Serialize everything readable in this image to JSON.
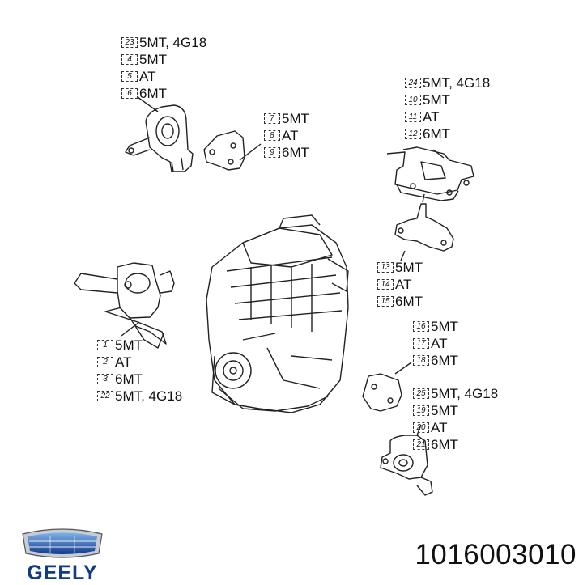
{
  "callouts": [
    {
      "id": "c1",
      "items": [
        {
          "num": "23",
          "text": "5MT, 4G18"
        },
        {
          "num": "4",
          "text": "5MT"
        },
        {
          "num": "5",
          "text": "AT"
        },
        {
          "num": "6",
          "text": "6MT"
        }
      ]
    },
    {
      "id": "c2",
      "items": [
        {
          "num": "7",
          "text": "5MT"
        },
        {
          "num": "8",
          "text": "AT"
        },
        {
          "num": "9",
          "text": "6MT"
        }
      ]
    },
    {
      "id": "c3",
      "items": [
        {
          "num": "24",
          "text": "5MT, 4G18"
        },
        {
          "num": "10",
          "text": "5MT"
        },
        {
          "num": "11",
          "text": "AT"
        },
        {
          "num": "12",
          "text": "6MT"
        }
      ]
    },
    {
      "id": "c4",
      "items": [
        {
          "num": "13",
          "text": "5MT"
        },
        {
          "num": "14",
          "text": "AT"
        },
        {
          "num": "15",
          "text": "6MT"
        }
      ]
    },
    {
      "id": "c5",
      "items": [
        {
          "num": "1",
          "text": "5MT"
        },
        {
          "num": "2",
          "text": "AT"
        },
        {
          "num": "3",
          "text": "6MT"
        },
        {
          "num": "22",
          "text": "5MT, 4G18"
        }
      ]
    },
    {
      "id": "c6",
      "items": [
        {
          "num": "16",
          "text": "5MT"
        },
        {
          "num": "17",
          "text": "AT"
        },
        {
          "num": "18",
          "text": "6MT"
        }
      ]
    },
    {
      "id": "c7",
      "items": [
        {
          "num": "25",
          "text": "5MT, 4G18"
        },
        {
          "num": "19",
          "text": "5MT"
        },
        {
          "num": "20",
          "text": "AT"
        },
        {
          "num": "21",
          "text": "6MT"
        }
      ]
    }
  ],
  "part_number": "1016003010",
  "brand": {
    "name": "GEELY",
    "color": "#123a8c"
  },
  "icons": [
    "engine-mount-drawing",
    "geely-logo-icon"
  ]
}
